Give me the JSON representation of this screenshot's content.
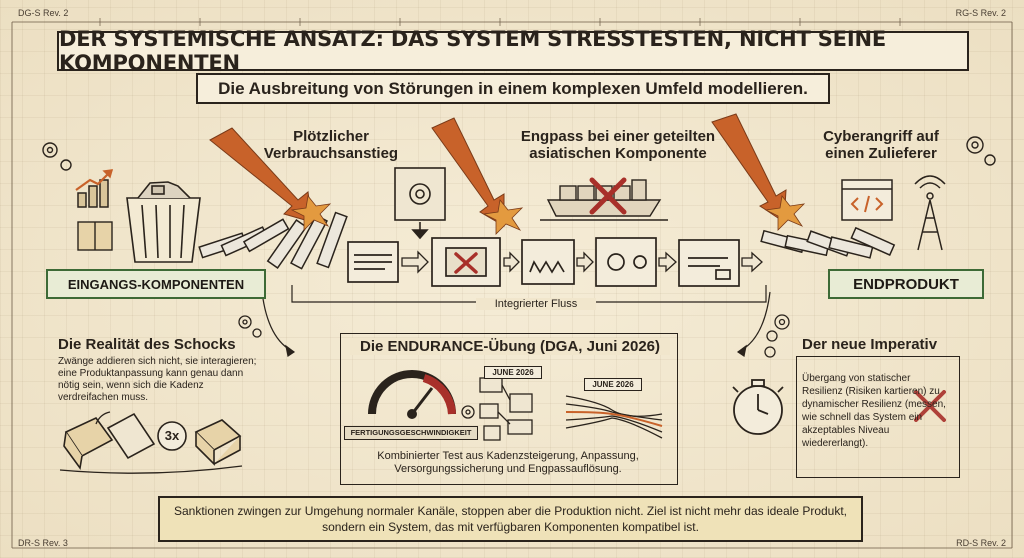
{
  "corners": {
    "tl": "DG-S Rev. 2",
    "tr": "RG-S Rev. 2",
    "bl": "DR-S Rev. 3",
    "br": "RD-S Rev. 2"
  },
  "title": "DER SYSTEMISCHE ANSATZ: DAS SYSTEM STRESSTESTEN, NICHT SEINE KOMPONENTEN",
  "subtitle": "Die Ausbreitung von Störungen in einem komplexen Umfeld modellieren.",
  "shocks": {
    "left": "Plötzlicher\nVerbrauchsanstieg",
    "center": "Engpass bei einer geteilten\nasiatischen Komponente",
    "right": "Cyberangriff auf\neinen Zulieferer"
  },
  "flow": {
    "input_label": "EINGANGS-KOMPONENTEN",
    "output_label": "ENDPRODUKT",
    "integrated_flow": "Integrierter Fluss"
  },
  "panel_left": {
    "title": "Die Realität des Schocks",
    "text": "Zwänge addieren sich nicht, sie interagieren; eine Produktanpassung kann genau dann nötig sein, wenn sich die Kadenz verdreifachen muss.",
    "multiplier": "3x"
  },
  "panel_center": {
    "title": "Die ENDURANCE-Übung (DGA, Juni 2026)",
    "gauge_label": "FERTIGUNGSGESCHWINDIGKEIT",
    "date_tag_1": "JUNE 2026",
    "date_tag_2": "JUNE 2026",
    "caption": "Kombinierter Test aus Kadenzsteigerung, Anpassung, Versorgungssicherung und Engpassauflösung."
  },
  "panel_right": {
    "title": "Der neue Imperativ",
    "text": "Übergang von statischer Resilienz (Risiken kartieren) zu dynamischer Resilienz (messen, wie schnell das System ein akzeptables Niveau wiedererlangt)."
  },
  "footer": "Sanktionen zwingen zur Umgehung normaler Kanäle, stoppen aber die Produktion nicht. Ziel ist nicht mehr das ideale Produkt, sondern ein System, das mit verfügbaren Komponenten kompatibel ist.",
  "colors": {
    "ink": "#2a231c",
    "shock_orange": "#c8622a",
    "green": "#3d6a36",
    "alert_red": "#a8302a",
    "paper": "#f1e6cc"
  }
}
